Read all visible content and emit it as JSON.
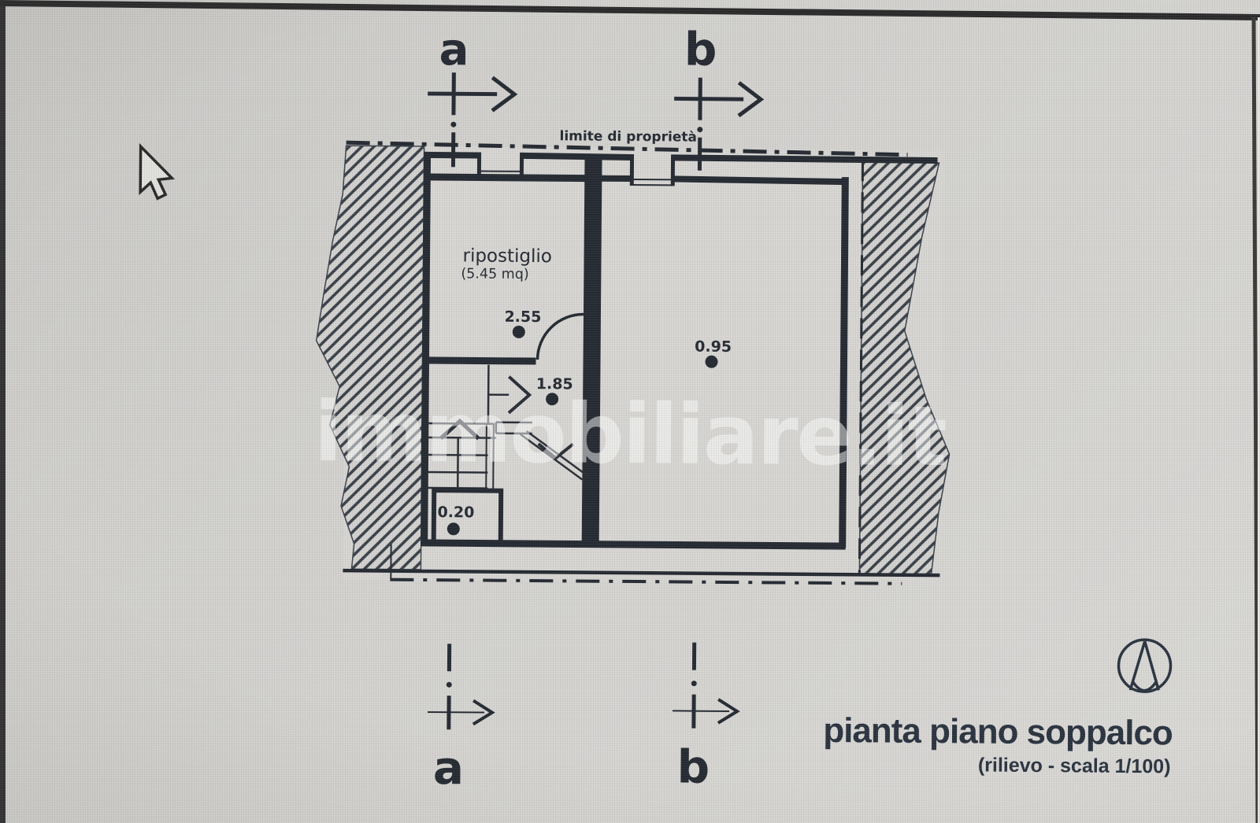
{
  "plan": {
    "property_line_label": "limite di proprietà",
    "section_a": "a",
    "section_b": "b",
    "room_ripostiglio_name": "ripostiglio",
    "room_ripostiglio_area": "(5.45 mq)",
    "marker_ripostiglio_height": "2.55",
    "marker_stair_height": "1.85",
    "marker_main_room_height": "0.95",
    "marker_landing_height": "0.20",
    "title": "pianta piano soppalco",
    "subtitle": "(rilievo - scala 1/100)",
    "watermark": "immobiliare.it",
    "colors": {
      "ink": "#262b33",
      "paper": "#d4d3d0",
      "title_ink": "#2b3440",
      "watermark": "rgba(255,255,255,0.5)"
    }
  }
}
